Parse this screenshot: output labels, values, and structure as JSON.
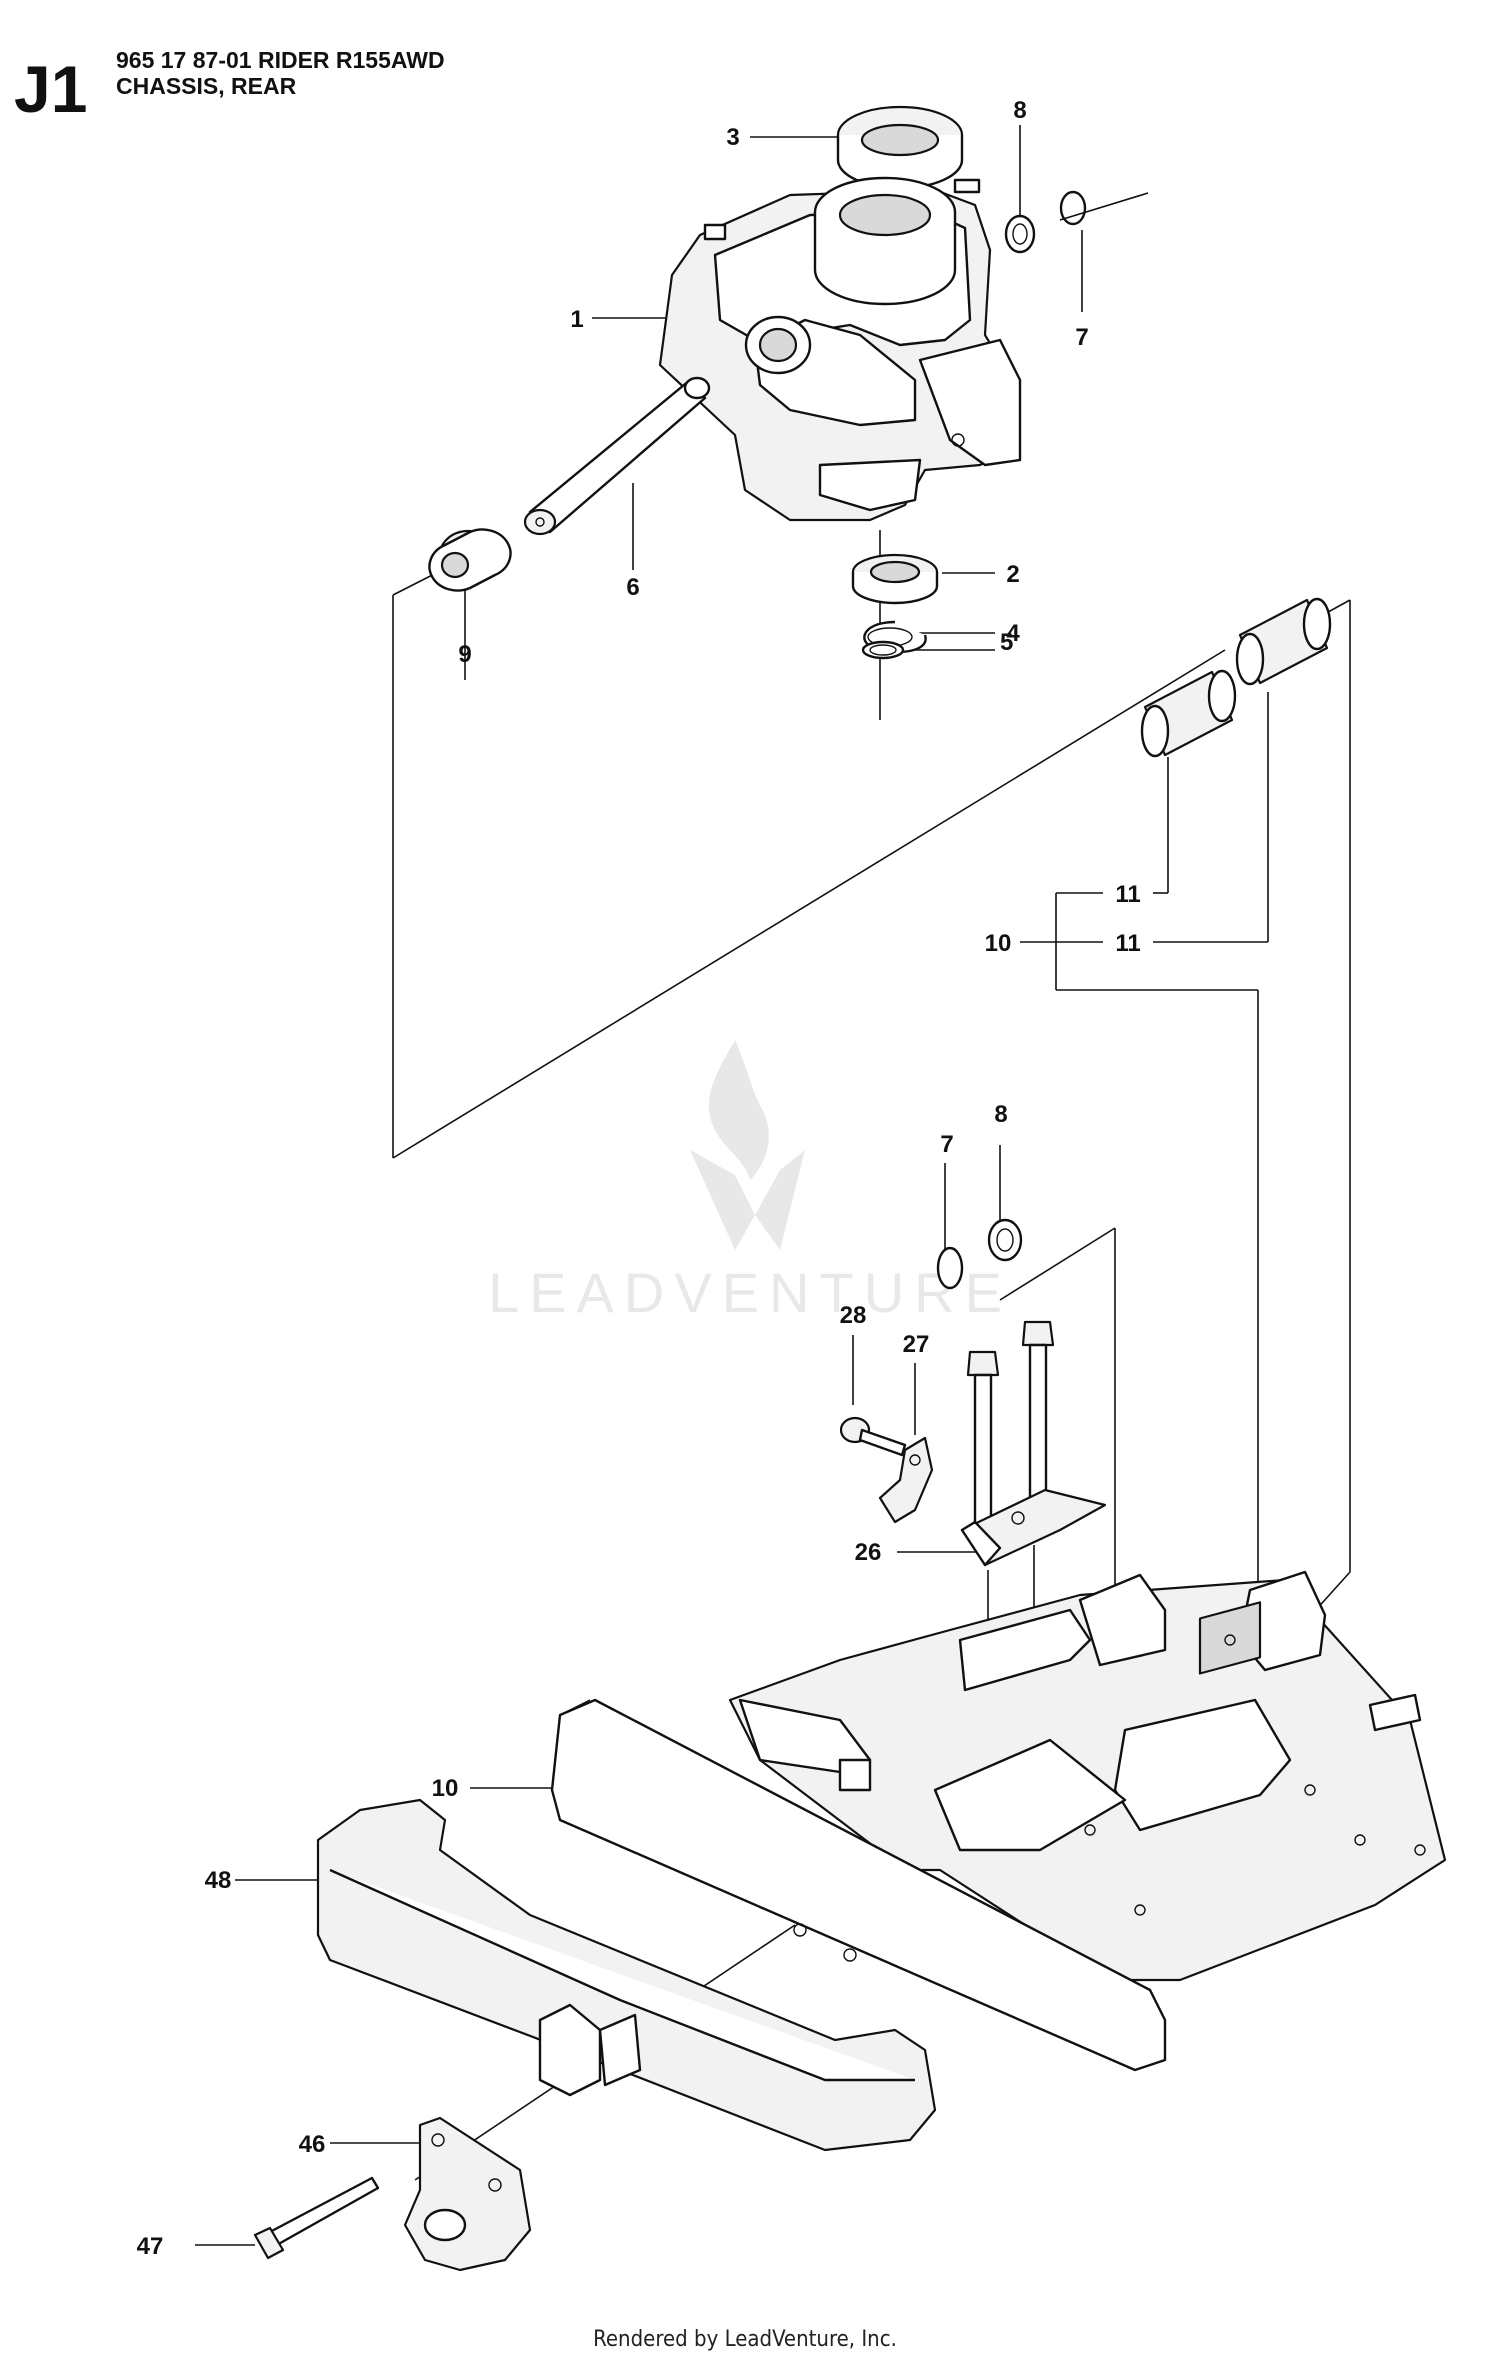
{
  "header": {
    "section_code": "J1",
    "model_line": "965 17 87-01 RIDER R155AWD",
    "section_name": "CHASSIS, REAR"
  },
  "watermark": {
    "text": "LEADVENTURE"
  },
  "footer": {
    "text": "Rendered by LeadVenture, Inc."
  },
  "callouts": {
    "c1": "1",
    "c2": "2",
    "c3": "3",
    "c4": "4",
    "c5": "5",
    "c6": "6",
    "c7a": "7",
    "c8a": "8",
    "c9": "9",
    "c10a": "10",
    "c11a": "11",
    "c11b": "11",
    "c7b": "7",
    "c8b": "8",
    "c28": "28",
    "c27": "27",
    "c26": "26",
    "c10b": "10",
    "c48": "48",
    "c46": "46",
    "c47": "47"
  },
  "colors": {
    "ink": "#111111",
    "watermark": "#e6e6e6",
    "paper": "#ffffff"
  }
}
